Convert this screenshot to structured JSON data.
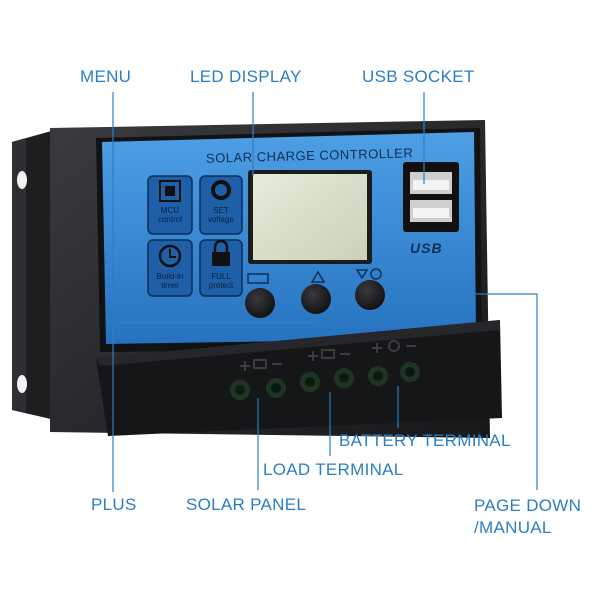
{
  "callouts": {
    "menu": "MENU",
    "led_display": "LED DISPLAY",
    "usb_socket": "USB SOCKET",
    "battery_terminal": "BATTERY TERMINAL",
    "load_terminal": "LOAD TERMINAL",
    "plus": "PLUS",
    "solar_panel": "SOLAR PANEL",
    "page_down_line1": "PAGE DOWN",
    "page_down_line2": "/MANUAL"
  },
  "device": {
    "title": "SOLAR CHARGE CONTROLLER",
    "badges": [
      {
        "icon": "chip-icon",
        "line1": "MCU",
        "line2": "control"
      },
      {
        "icon": "gear-icon",
        "line1": "SET",
        "line2": "voltage"
      },
      {
        "icon": "clock-icon",
        "line1": "Build-in",
        "line2": "timer"
      },
      {
        "icon": "lock-icon",
        "line1": "FULL",
        "line2": "protect"
      }
    ],
    "usb_logo": "USB"
  },
  "colors": {
    "callout_text": "#2a7fc4",
    "panel_blue": "#2f86d6",
    "housing": "#232427"
  }
}
